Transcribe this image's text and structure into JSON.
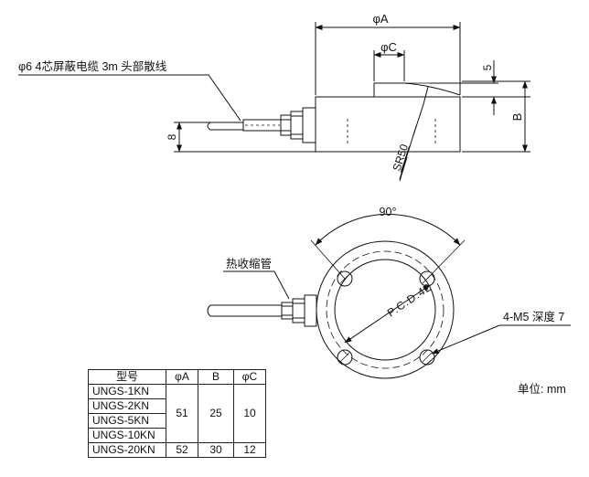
{
  "labels": {
    "dim_A": "φA",
    "dim_C": "φC",
    "dim_5": "5",
    "dim_B": "B",
    "dim_8": "8",
    "sr50": "SR50",
    "cable_note": "φ6  4芯屏蔽电缆  3m  头部散线",
    "angle_90": "90°",
    "heat_shrink": "热收缩管",
    "pcd": "P.C.D.42",
    "holes": "4-M5 深度 7",
    "unit": "单位: mm"
  },
  "table": {
    "headers": [
      "型号",
      "φA",
      "B",
      "φC"
    ],
    "models": [
      "UNGS-1KN",
      "UNGS-2KN",
      "UNGS-5KN",
      "UNGS-10KN",
      "UNGS-20KN"
    ],
    "group1": {
      "A": "51",
      "B": "25",
      "C": "10"
    },
    "group2": {
      "A": "52",
      "B": "30",
      "C": "12"
    }
  }
}
